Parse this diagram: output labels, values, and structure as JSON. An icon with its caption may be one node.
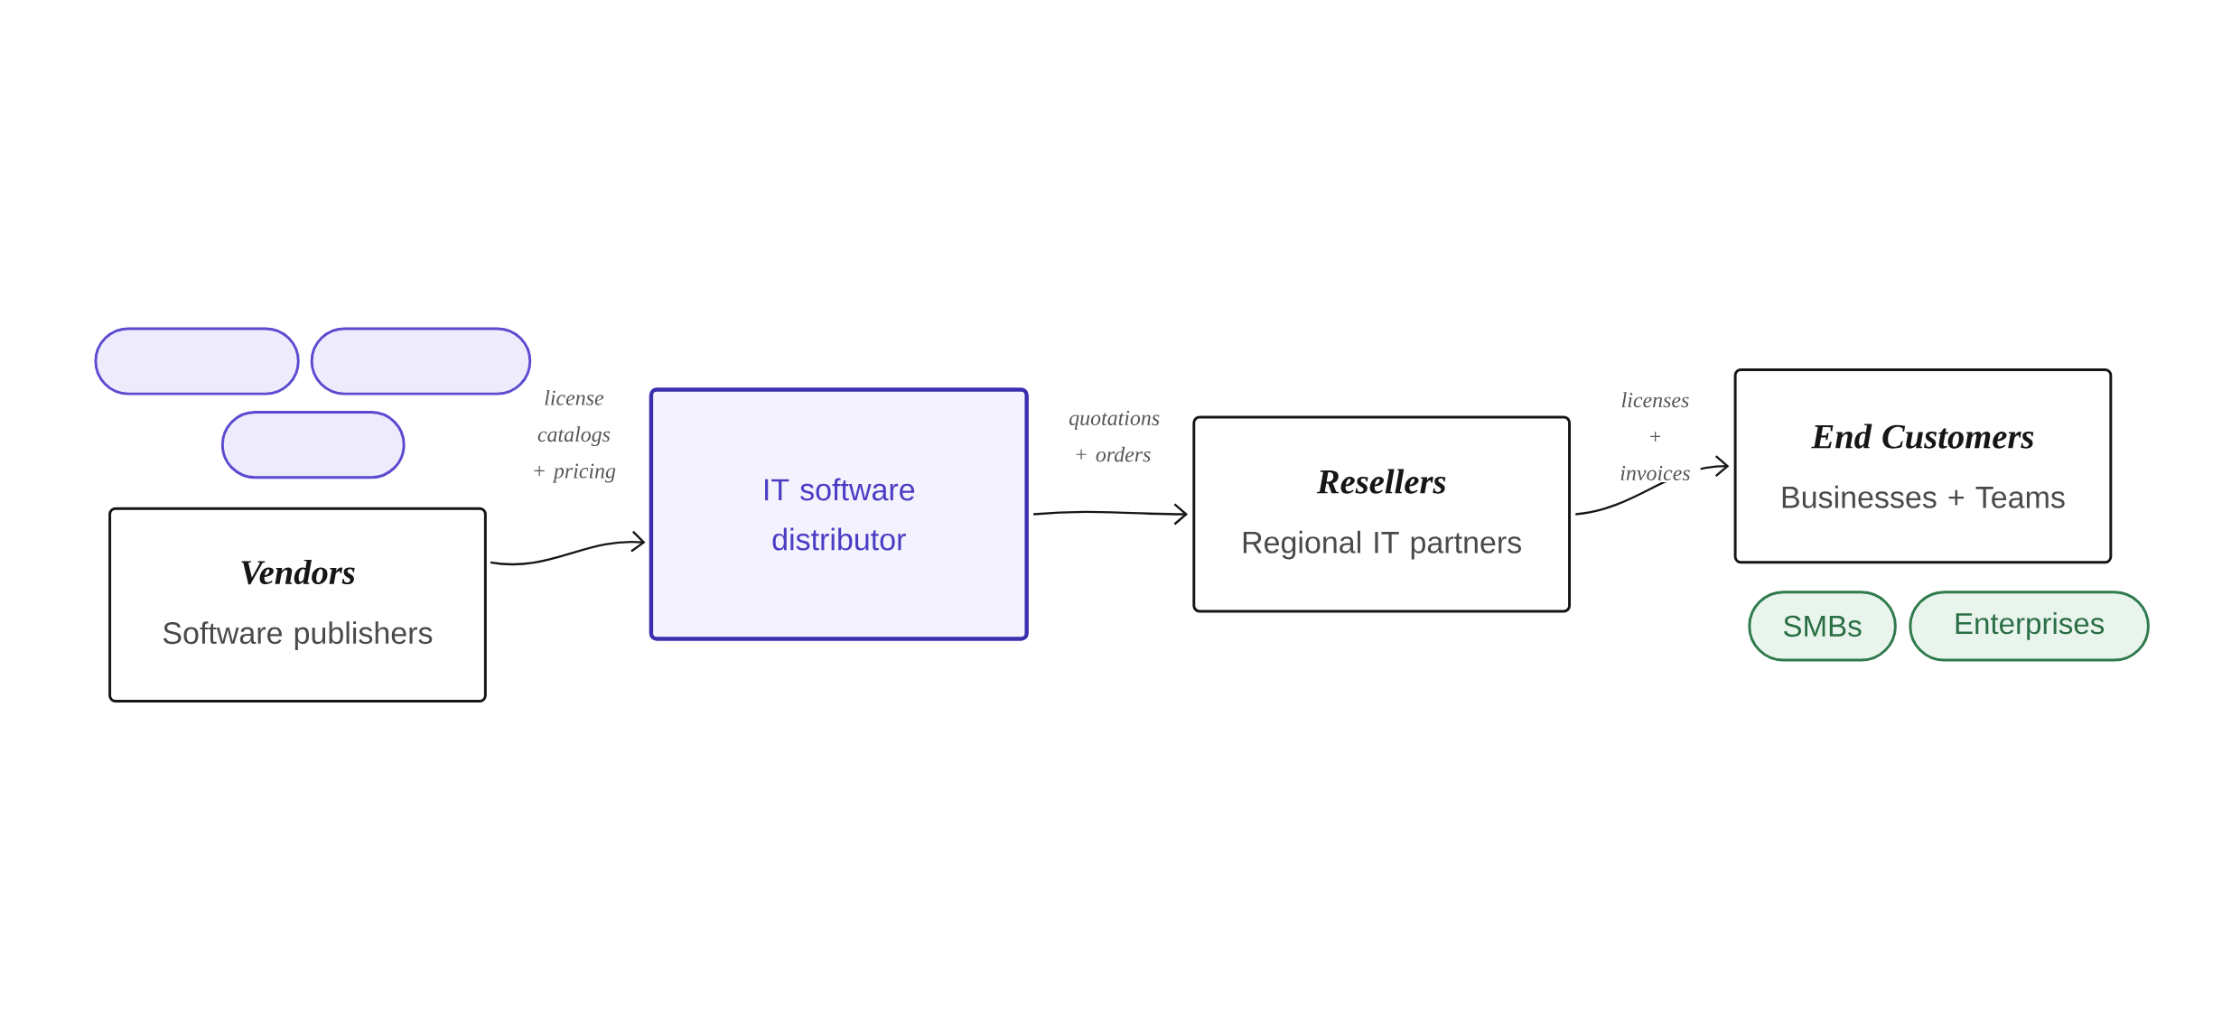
{
  "diagram": {
    "nodes": [
      {
        "text": [],
        "shape": "box"
      },
      {
        "text": [],
        "shape": "box"
      },
      {
        "text": [],
        "shape": "box"
      },
      {
        "text": [
          "Vendors",
          "Software publishers"
        ]
      },
      {
        "text": [
          "IT software distributor"
        ]
      },
      {
        "text": [
          "Resellers",
          "Regional IT partners"
        ]
      },
      {
        "text": [
          "End Customers",
          "Businesses + Teams"
        ]
      },
      {
        "text": [
          "SMBs"
        ]
      },
      {
        "text": [
          "Enterprises"
        ]
      }
    ],
    "edges": [
      {
        "from": 3,
        "to": 4,
        "arrow": "to",
        "label": "license catalogs + pricing"
      },
      {
        "from": 4,
        "to": 5,
        "arrow": "to",
        "label": "quotations + orders"
      },
      {
        "from": 5,
        "to": 6,
        "arrow": "to",
        "label": "licenses + invoices"
      }
    ]
  }
}
